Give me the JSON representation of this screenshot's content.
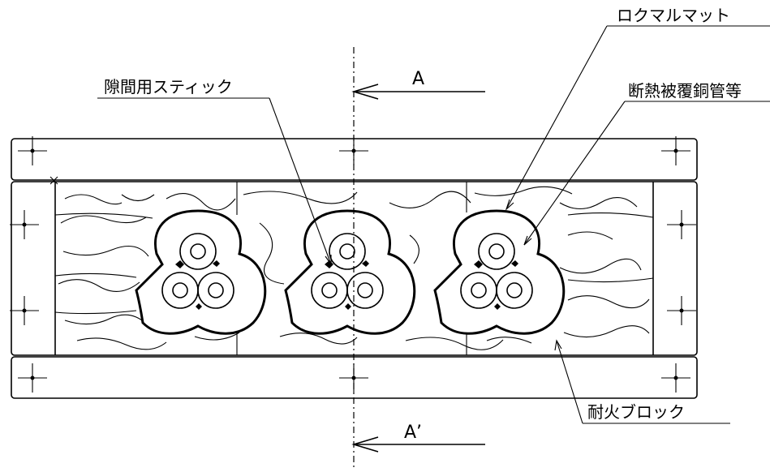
{
  "labels": {
    "rockwool_mat": "ロクマルマット",
    "gap_stick": "隙間用スティック",
    "insulated_pipe": "断熱被覆銅管等",
    "fire_block": "耐火ブロック",
    "section_a": "A",
    "section_a_prime": "A’"
  },
  "colors": {
    "line": "#000000",
    "background": "#ffffff"
  },
  "pipe_groups": 3
}
